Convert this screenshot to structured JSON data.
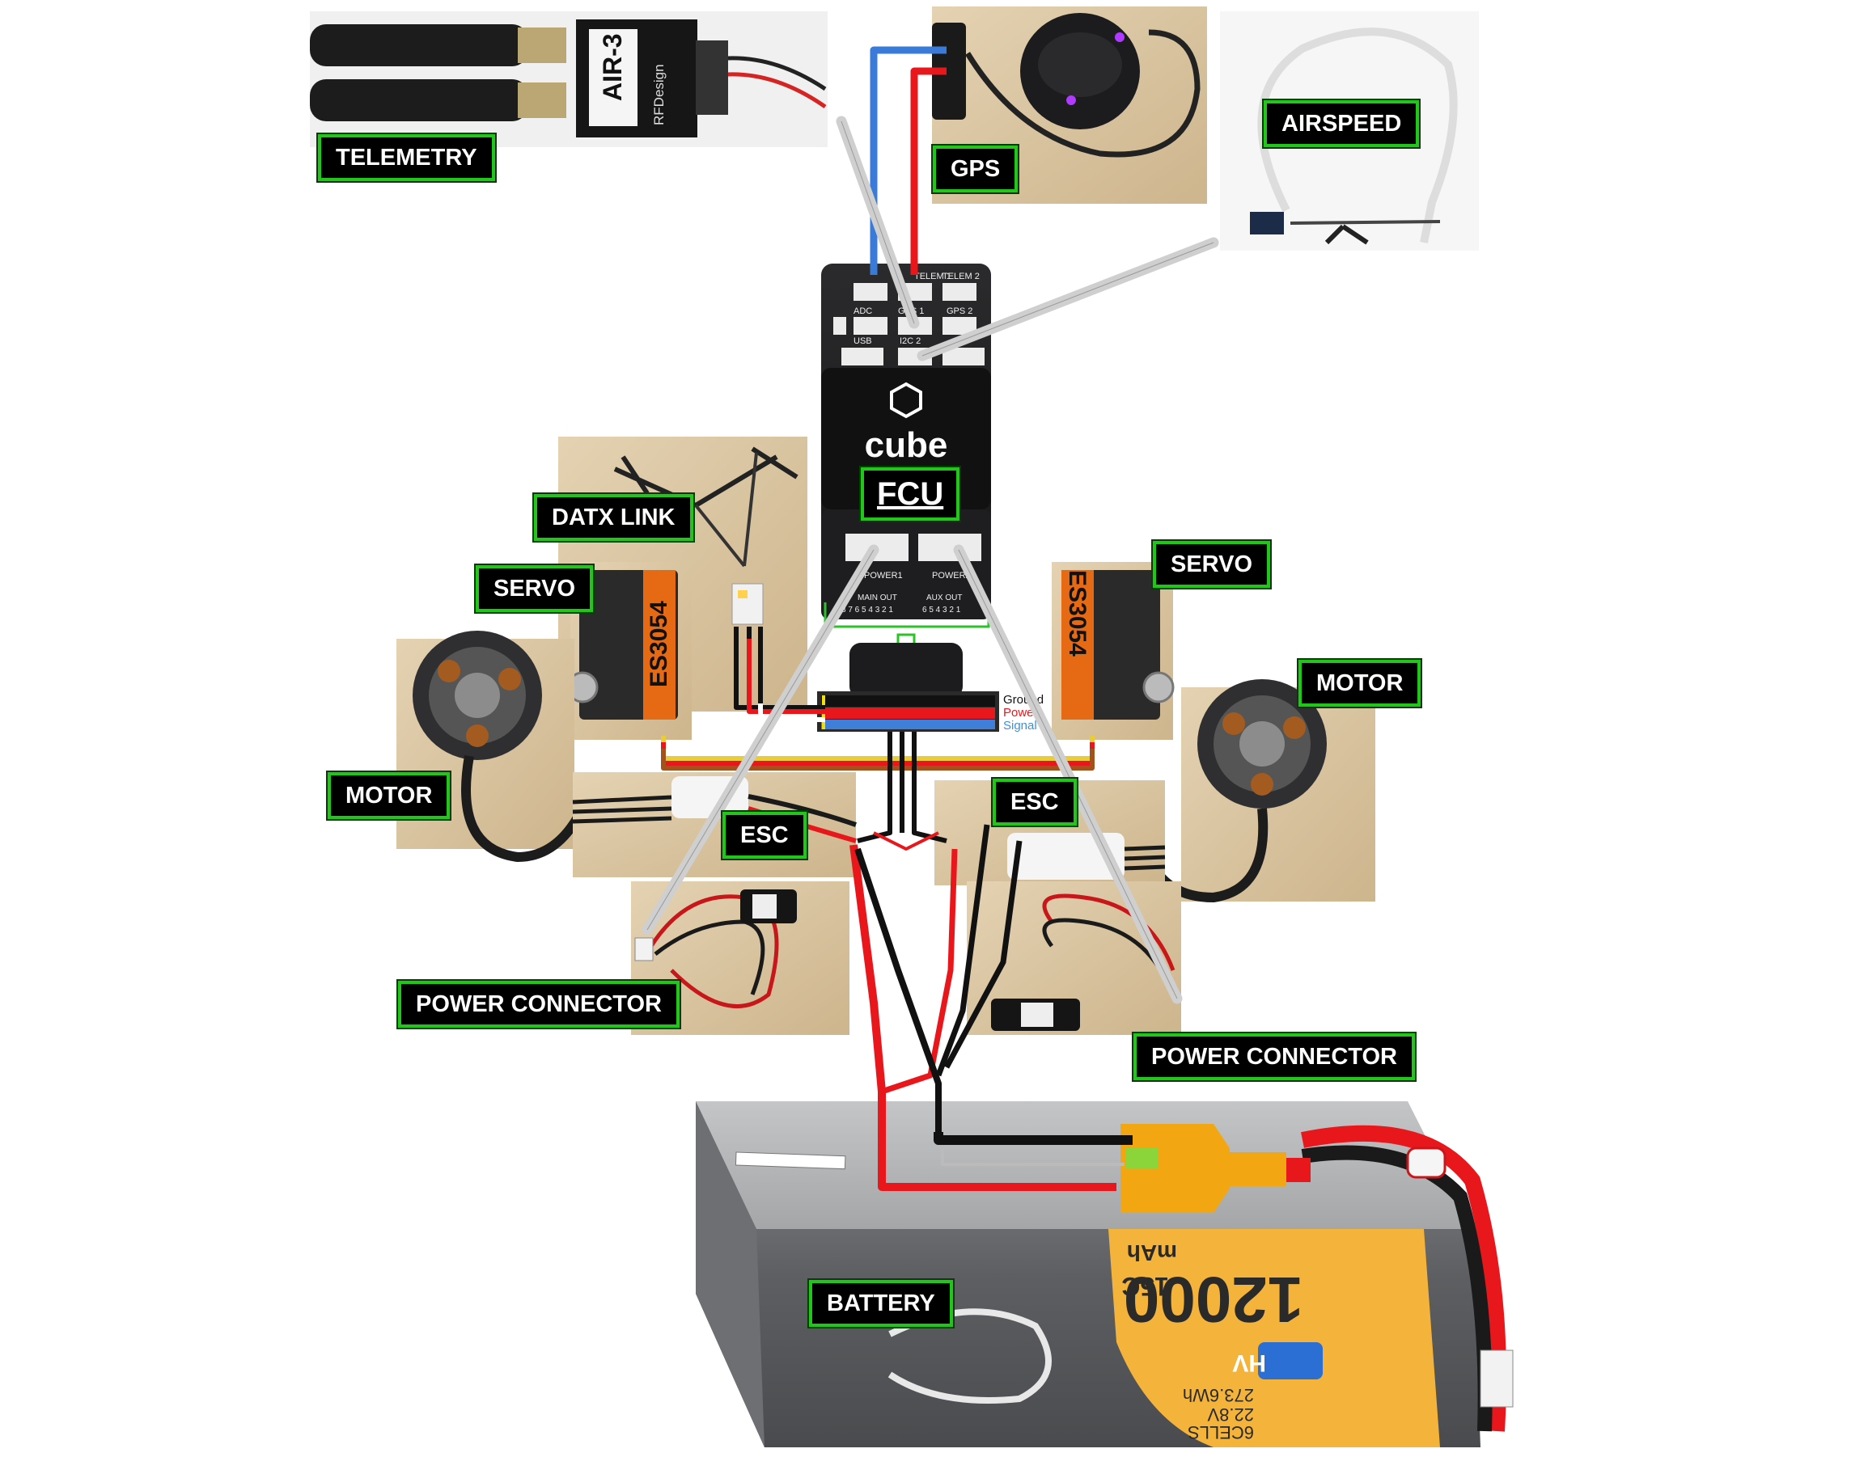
{
  "labels": {
    "telemetry": "TELEMETRY",
    "gps": "GPS",
    "airspeed": "AIRSPEED",
    "fcu": "FCU",
    "datx_link": "DATX LINK",
    "servo_left": "SERVO",
    "servo_right": "SERVO",
    "motor_left": "MOTOR",
    "motor_right": "MOTOR",
    "esc_left": "ESC",
    "esc_right": "ESC",
    "power_connector_left": "POWER CONNECTOR",
    "power_connector_right": "POWER CONNECTOR",
    "battery": "BATTERY"
  },
  "telemetry_module": {
    "model": "AIR-3",
    "brand": "RFDesign"
  },
  "fcu": {
    "brand": "cube"
  },
  "fcu_ports": {
    "telem2": "TELEM 2",
    "telem1": "TELEM 1",
    "gps1": "GPS 1",
    "gps2": "GPS 2",
    "adc": "ADC",
    "usb": "USB",
    "i2c2": "I2C 2",
    "power1": "POWER1",
    "power2": "POWER2",
    "main_out": "MAIN OUT",
    "aux_out": "AUX OUT",
    "main_numbers": "8 7 6 5 4 3 2 1",
    "aux_numbers": "6 5 4 3 2 1"
  },
  "servo_header": {
    "ground": "Ground",
    "power": "Power",
    "signal": "Signal"
  },
  "servo_model": "ES3054",
  "battery_info": {
    "capacity": "12000",
    "unit": "mAh",
    "c_rating": "15C",
    "voltage": "22.8V",
    "energy": "273.6Wh",
    "cells": "6CELLS",
    "type": "HV"
  },
  "colors": {
    "label_bg": "#000000",
    "label_border": "#22c51a",
    "wire_red": "#e8171c",
    "wire_black": "#111111",
    "wire_blue": "#3a7ad8",
    "guide_gray": "#cfcfcf",
    "xt_connector": "#f2a712",
    "battery_label": "#f4b33b"
  }
}
